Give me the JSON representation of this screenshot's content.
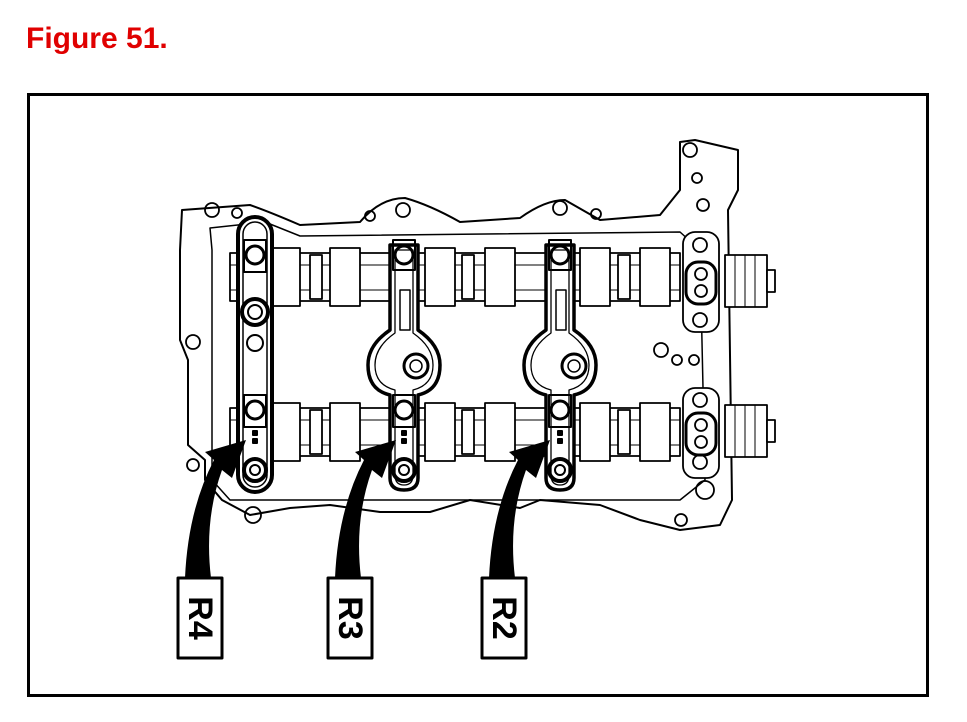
{
  "figure": {
    "title": "Figure 51.",
    "title_color": "#e00000"
  },
  "labels": [
    {
      "id": "r4",
      "text": "R4"
    },
    {
      "id": "r3",
      "text": "R3"
    },
    {
      "id": "r2",
      "text": "R2"
    }
  ]
}
